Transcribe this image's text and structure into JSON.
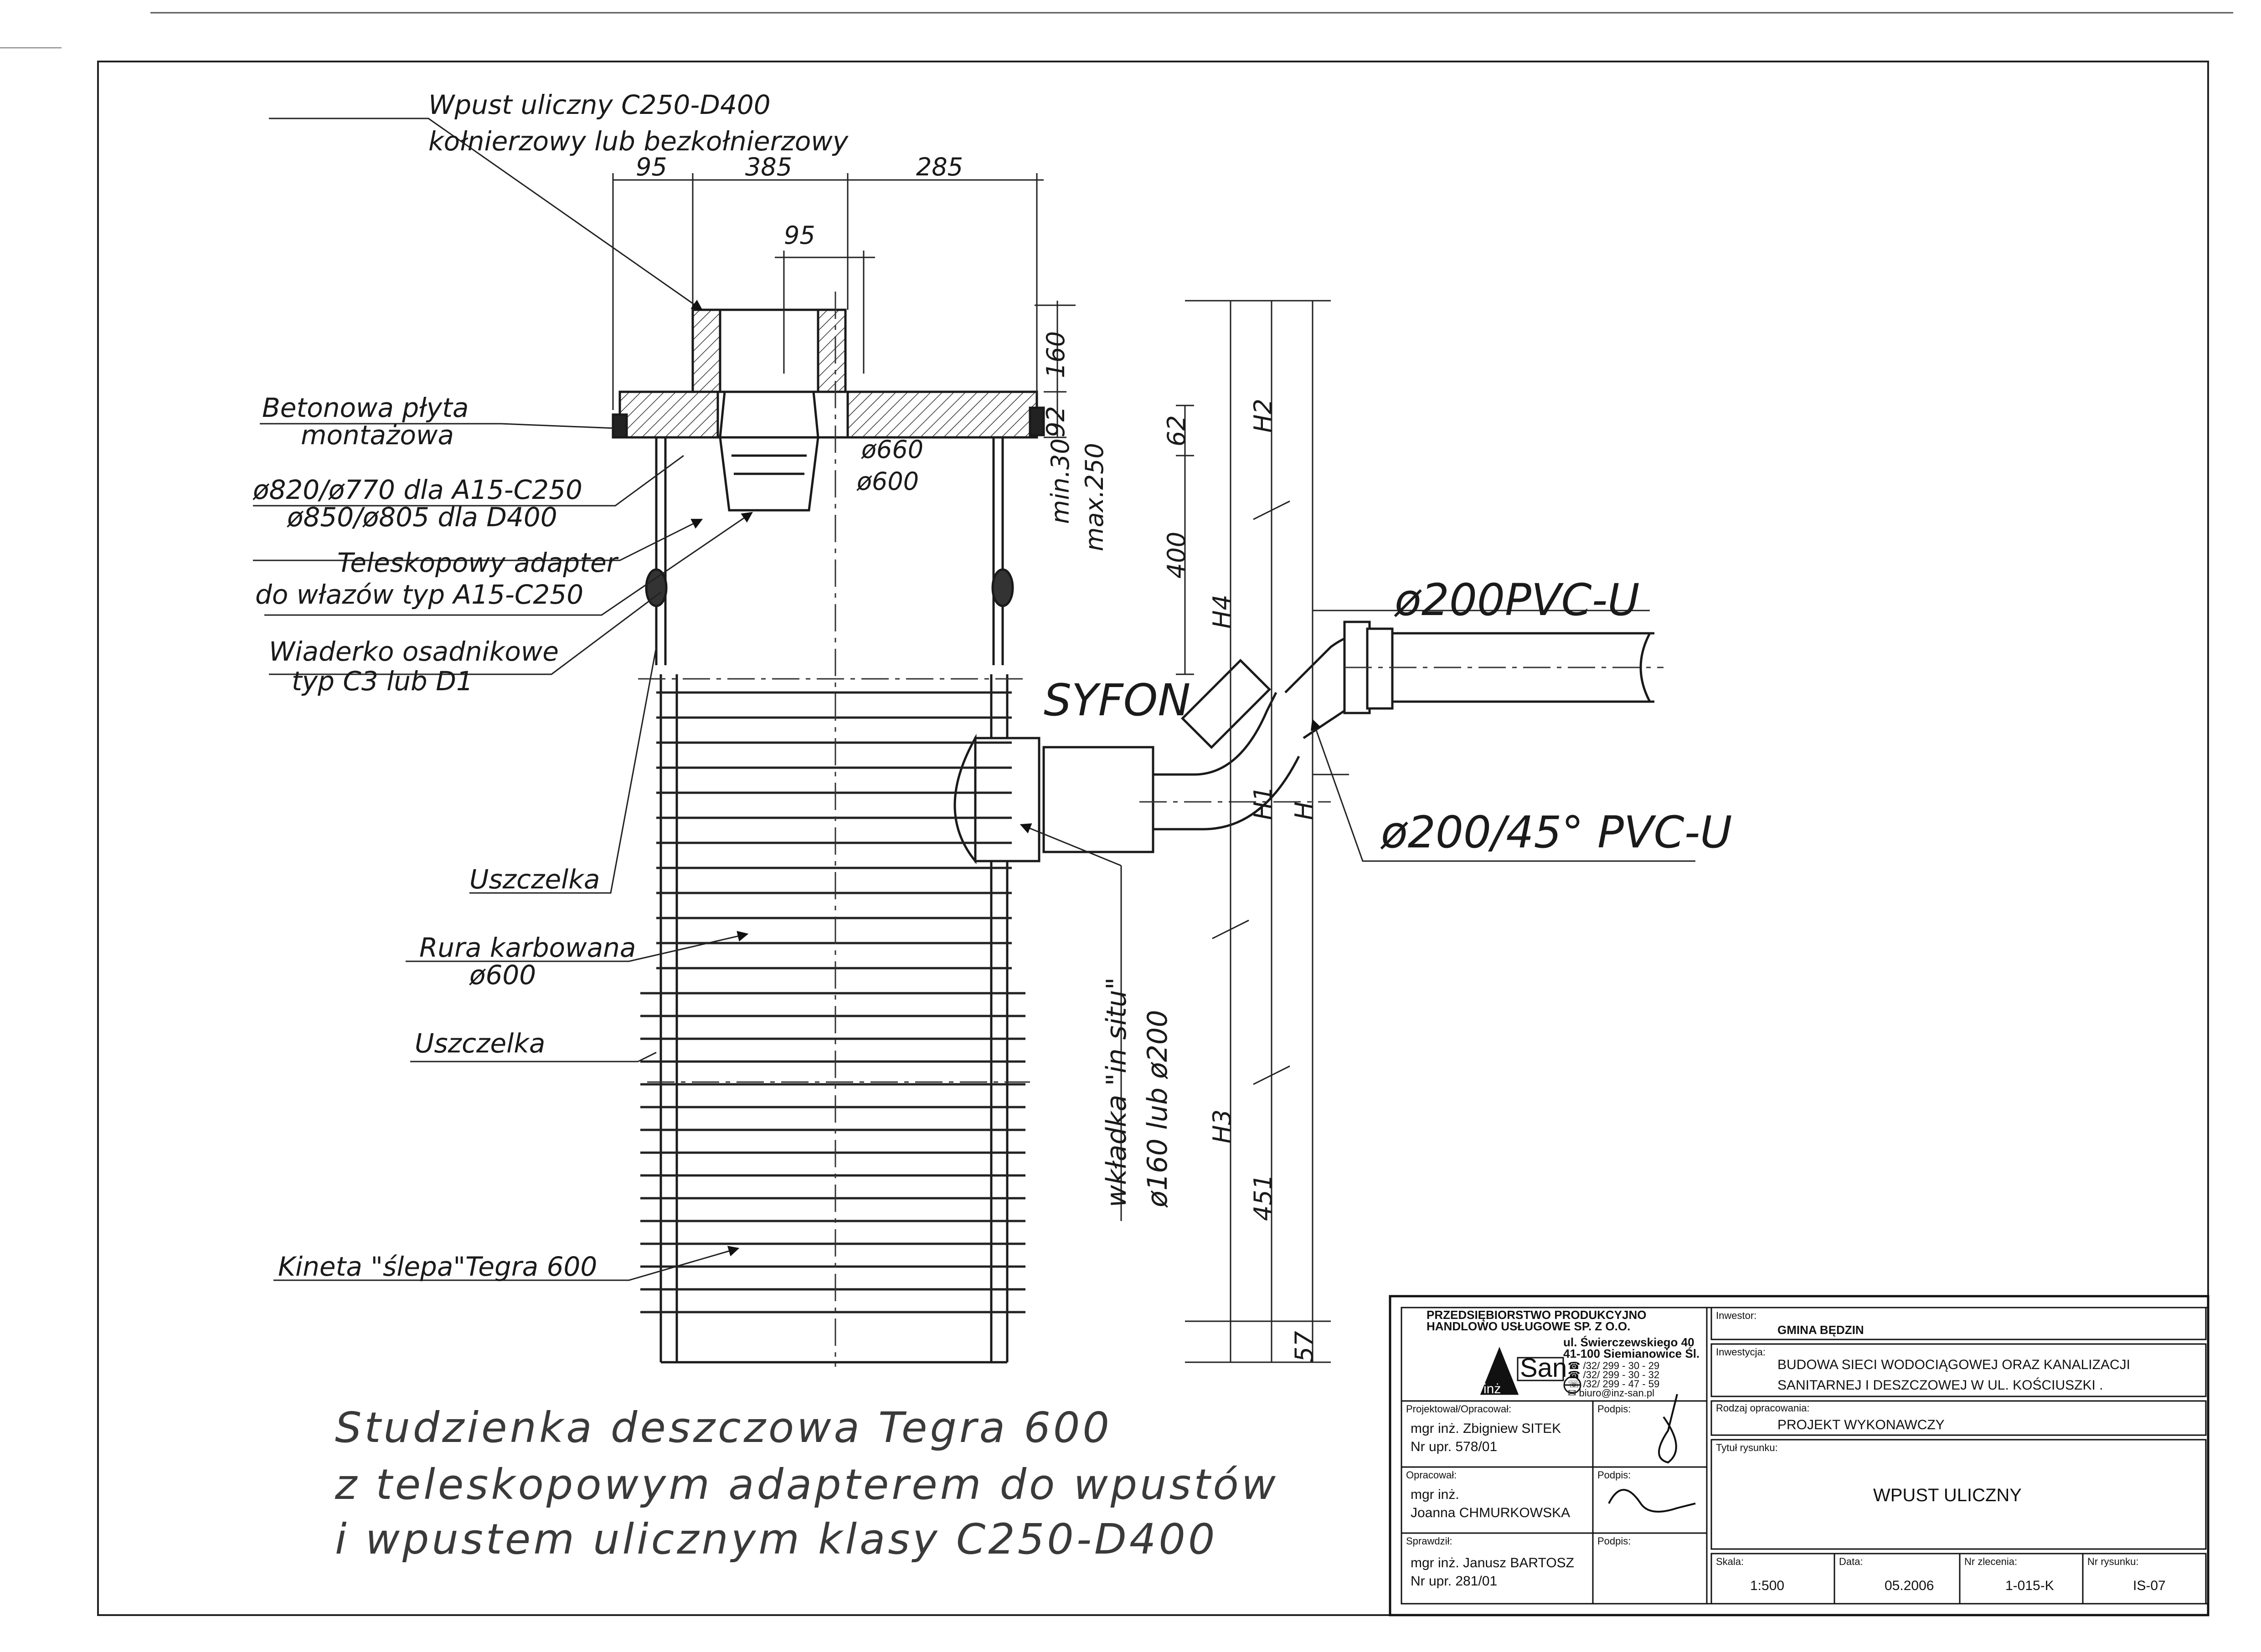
{
  "labels": {
    "wpust_line1": "Wpust uliczny C250-D400",
    "wpust_line2": "kołnierzowy lub bezkołnierzowy",
    "plyta_line1": "Betonowa płyta",
    "plyta_line2": "montażowa",
    "diam_line1": "ø820/ø770 dla A15-C250",
    "diam_line2": "ø850/ø805 dla D400",
    "adapter_line1": "Teleskopowy adapter",
    "adapter_line2": "do włazów typ A15-C250",
    "wiaderko_line1": "Wiaderko osadnikowe",
    "wiaderko_line2": "typ C3 lub D1",
    "uszczelka1": "Uszczelka",
    "rura_line1": "Rura karbowana",
    "rura_line2": "ø600",
    "uszczelka2": "Uszczelka",
    "kineta": "Kineta \"ślepa\"Tegra 600",
    "syfon": "SYFON",
    "pvc200": "ø200PVC-U",
    "pvc200_45": "ø200/45° PVC-U",
    "wkladka_line1": "wkładka \"in situ\"",
    "wkladka_line2": "ø160 lub ø200",
    "d660": "ø660",
    "d600": "ø600"
  },
  "dimensions": {
    "top_95": "95",
    "top_385": "385",
    "top_285": "285",
    "inner_95": "95",
    "v_160": "160",
    "v_92": "92",
    "v_62": "62",
    "v_min30": "min.30",
    "v_max250": "max.250",
    "v_400": "400",
    "v_451": "451",
    "v_57": "57",
    "h2": "H2",
    "h4": "H4",
    "h1": "H1",
    "h": "H",
    "h3": "H3"
  },
  "caption": {
    "line1": "Studzienka deszczowa Tegra 600",
    "line2": "z teleskopowym adapterem do wpustów",
    "line3": "i wpustem ulicznym klasy C250-D400"
  },
  "title_block": {
    "company_line1": "PRZEDSIĘBIORSTWO PRODUKCYJNO",
    "company_line2": "HANDLOWO USŁUGOWE  SP. Z O.O.",
    "addr_line1": "ul. Świerczewskiego 40",
    "addr_line2": "41-100 Siemianowice Śl.",
    "tel1": "☎ /32/ 299 - 30 - 29",
    "tel2": "☎ /32/ 299 - 30 - 32",
    "fax": "☏ /32/ 299 - 47 - 59",
    "email": "✉ biuro@inz-san.pl",
    "logo_text": "San",
    "logo_text2": "inż",
    "projektowal_label": "Projektował/Opracował:",
    "projektowal_name": "mgr inż. Zbigniew SITEK",
    "projektowal_upr": "Nr upr. 578/01",
    "podpis1": "Podpis:",
    "opracowal_label": "Opracował:",
    "opracowal_title": "mgr inż.",
    "opracowal_name": "Joanna CHMURKOWSKA",
    "podpis2": "Podpis:",
    "sprawdzil_label": "Sprawdził:",
    "sprawdzil_name": "mgr inż. Janusz BARTOSZ",
    "sprawdzil_upr": "Nr upr. 281/01",
    "podpis3": "Podpis:",
    "inwestor_label": "Inwestor:",
    "inwestor_value": "GMINA BĘDZIN",
    "inwestycja_label": "Inwestycja:",
    "inwestycja_line1": "BUDOWA SIECI WODOCIĄGOWEJ ORAZ KANALIZACJI",
    "inwestycja_line2": "SANITARNEJ I DESZCZOWEJ W UL. KOŚCIUSZKI  .",
    "rodzaj_label": "Rodzaj opracowania:",
    "rodzaj_value": "PROJEKT WYKONAWCZY",
    "tytul_label": "Tytuł rysunku:",
    "tytul_value": "WPUST  ULICZNY",
    "skala_label": "Skala:",
    "skala_value": "1:500",
    "data_label": "Data:",
    "data_value": "05.2006",
    "zlecenia_label": "Nr zlecenia:",
    "zlecenia_value": "1-015-K",
    "rysunku_label": "Nr rysunku:",
    "rysunku_value": "IS-07"
  }
}
